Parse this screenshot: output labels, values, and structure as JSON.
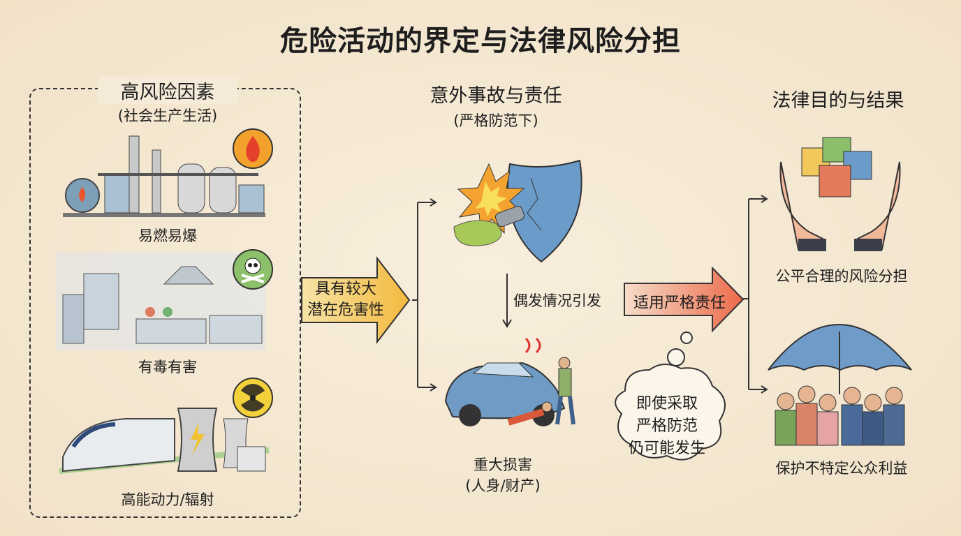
{
  "title": "危险活动的界定与法律风险分担",
  "left_panel": {
    "heading": "高风险因素",
    "subheading": "(社会生产生活)",
    "items": [
      {
        "label": "易燃易爆",
        "icon": "fire-icon"
      },
      {
        "label": "有毒有害",
        "icon": "skull-icon"
      },
      {
        "label": "高能动力/辐射",
        "icon": "radiation-icon"
      }
    ]
  },
  "arrow1": {
    "line1": "具有较大",
    "line2": "潜在危害性"
  },
  "middle_panel": {
    "heading": "意外事故与责任",
    "subheading": "(严格防范下)",
    "trigger": "偶发情况引发",
    "result_line1": "重大损害",
    "result_line2": "(人身/财产)"
  },
  "arrow2": {
    "label": "适用严格责任"
  },
  "thought_bubble": {
    "line1": "即使采取",
    "line2": "严格防范",
    "line3": "仍可能发生"
  },
  "right_panel": {
    "heading": "法律目的与结果",
    "items": [
      {
        "label": "公平合理的风险分担"
      },
      {
        "label": "保护不特定公众利益"
      }
    ]
  },
  "colors": {
    "background": "#f5e8d2",
    "arrow_yellow": "#f4c04a",
    "arrow_red": "#ec6a4a",
    "shield": "#6a9bc9"
  }
}
